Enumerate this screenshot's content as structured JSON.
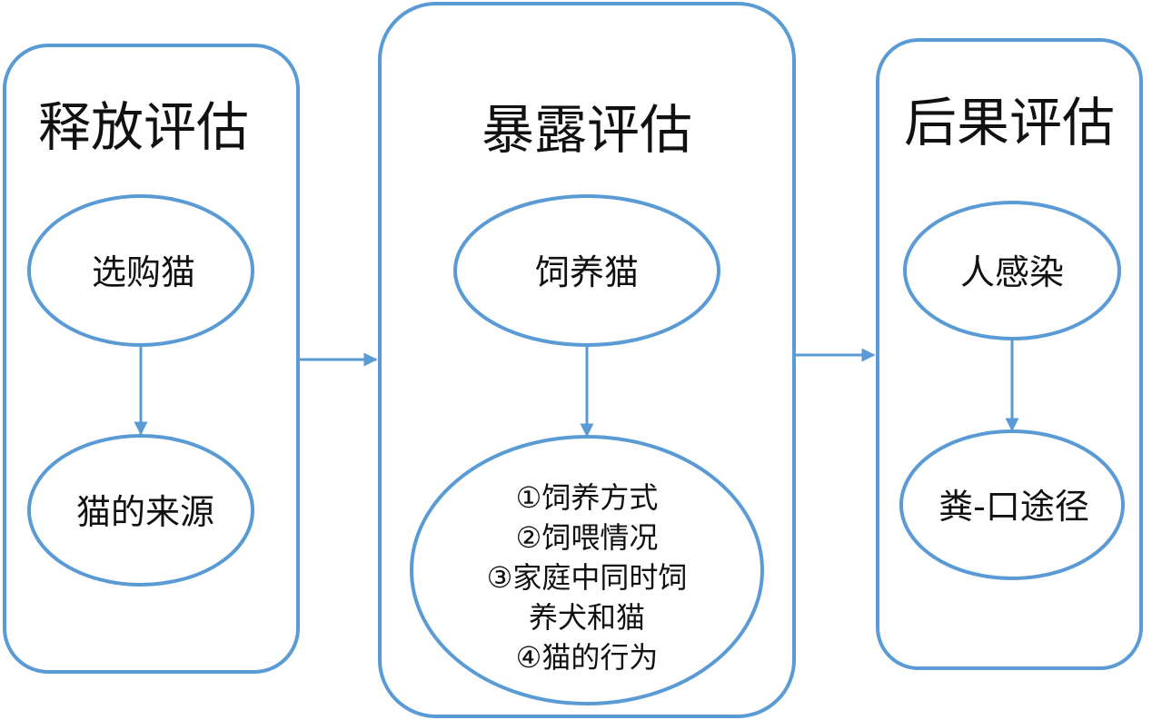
{
  "stages": [
    {
      "title": "释放评估",
      "nodes": [
        "选购猫",
        "猫的来源"
      ]
    },
    {
      "title": "暴露评估",
      "nodes": [
        "饲养猫"
      ],
      "detail_lines": [
        "①饲养方式",
        "②饲喂情况",
        "③家庭中同时饲",
        "养犬和猫",
        "④猫的行为"
      ]
    },
    {
      "title": "后果评估",
      "nodes": [
        "人感染",
        "粪-口途径"
      ]
    }
  ],
  "colors": {
    "stroke": "#5B9BD5",
    "text": "#111111",
    "background": "#ffffff"
  }
}
